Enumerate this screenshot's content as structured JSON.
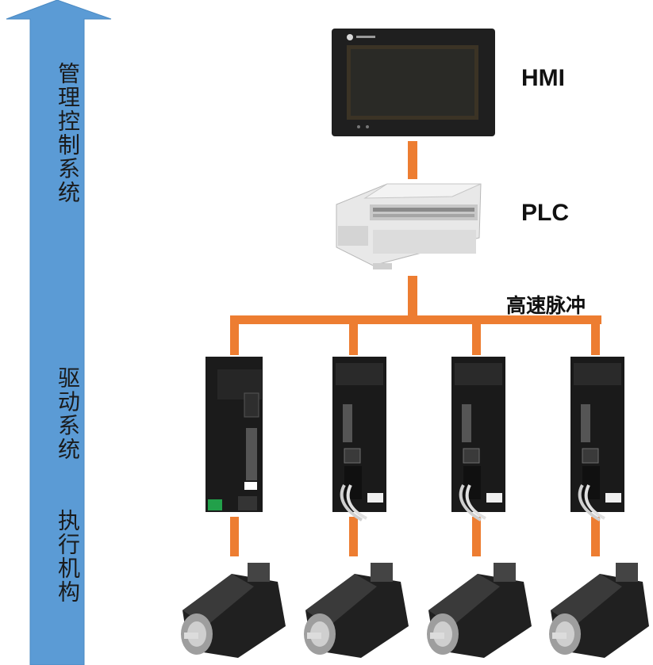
{
  "layers": {
    "management": "管理控制系统",
    "drive": "驱动系统",
    "actuator": "执行机构"
  },
  "devices": {
    "hmi": "HMI",
    "plc": "PLC",
    "link": "高速脉冲"
  },
  "colors": {
    "arrow": "#5b9bd5",
    "connector": "#ed7d31",
    "device_dark": "#1c1c1c",
    "plc_body": "#e6e6e6"
  }
}
